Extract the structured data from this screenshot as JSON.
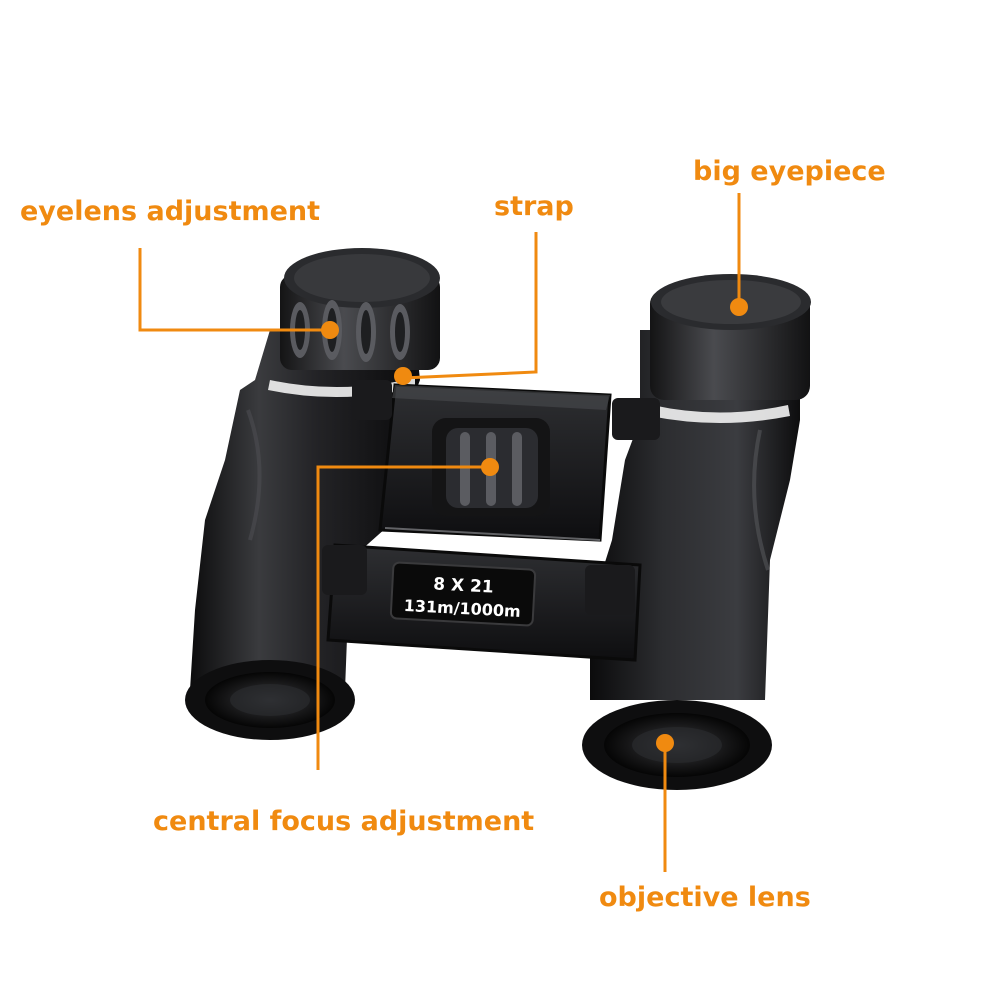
{
  "accent_color": "#f08a10",
  "body_color": "#1c1c1e",
  "labels": {
    "eyelens": "eyelens adjustment",
    "strap": "strap",
    "eyepiece": "big eyepiece",
    "focus": "central focus adjustment",
    "objective": "objective lens"
  },
  "spec": {
    "magnification": "8 X 21",
    "field_of_view": "131m/1000m"
  }
}
